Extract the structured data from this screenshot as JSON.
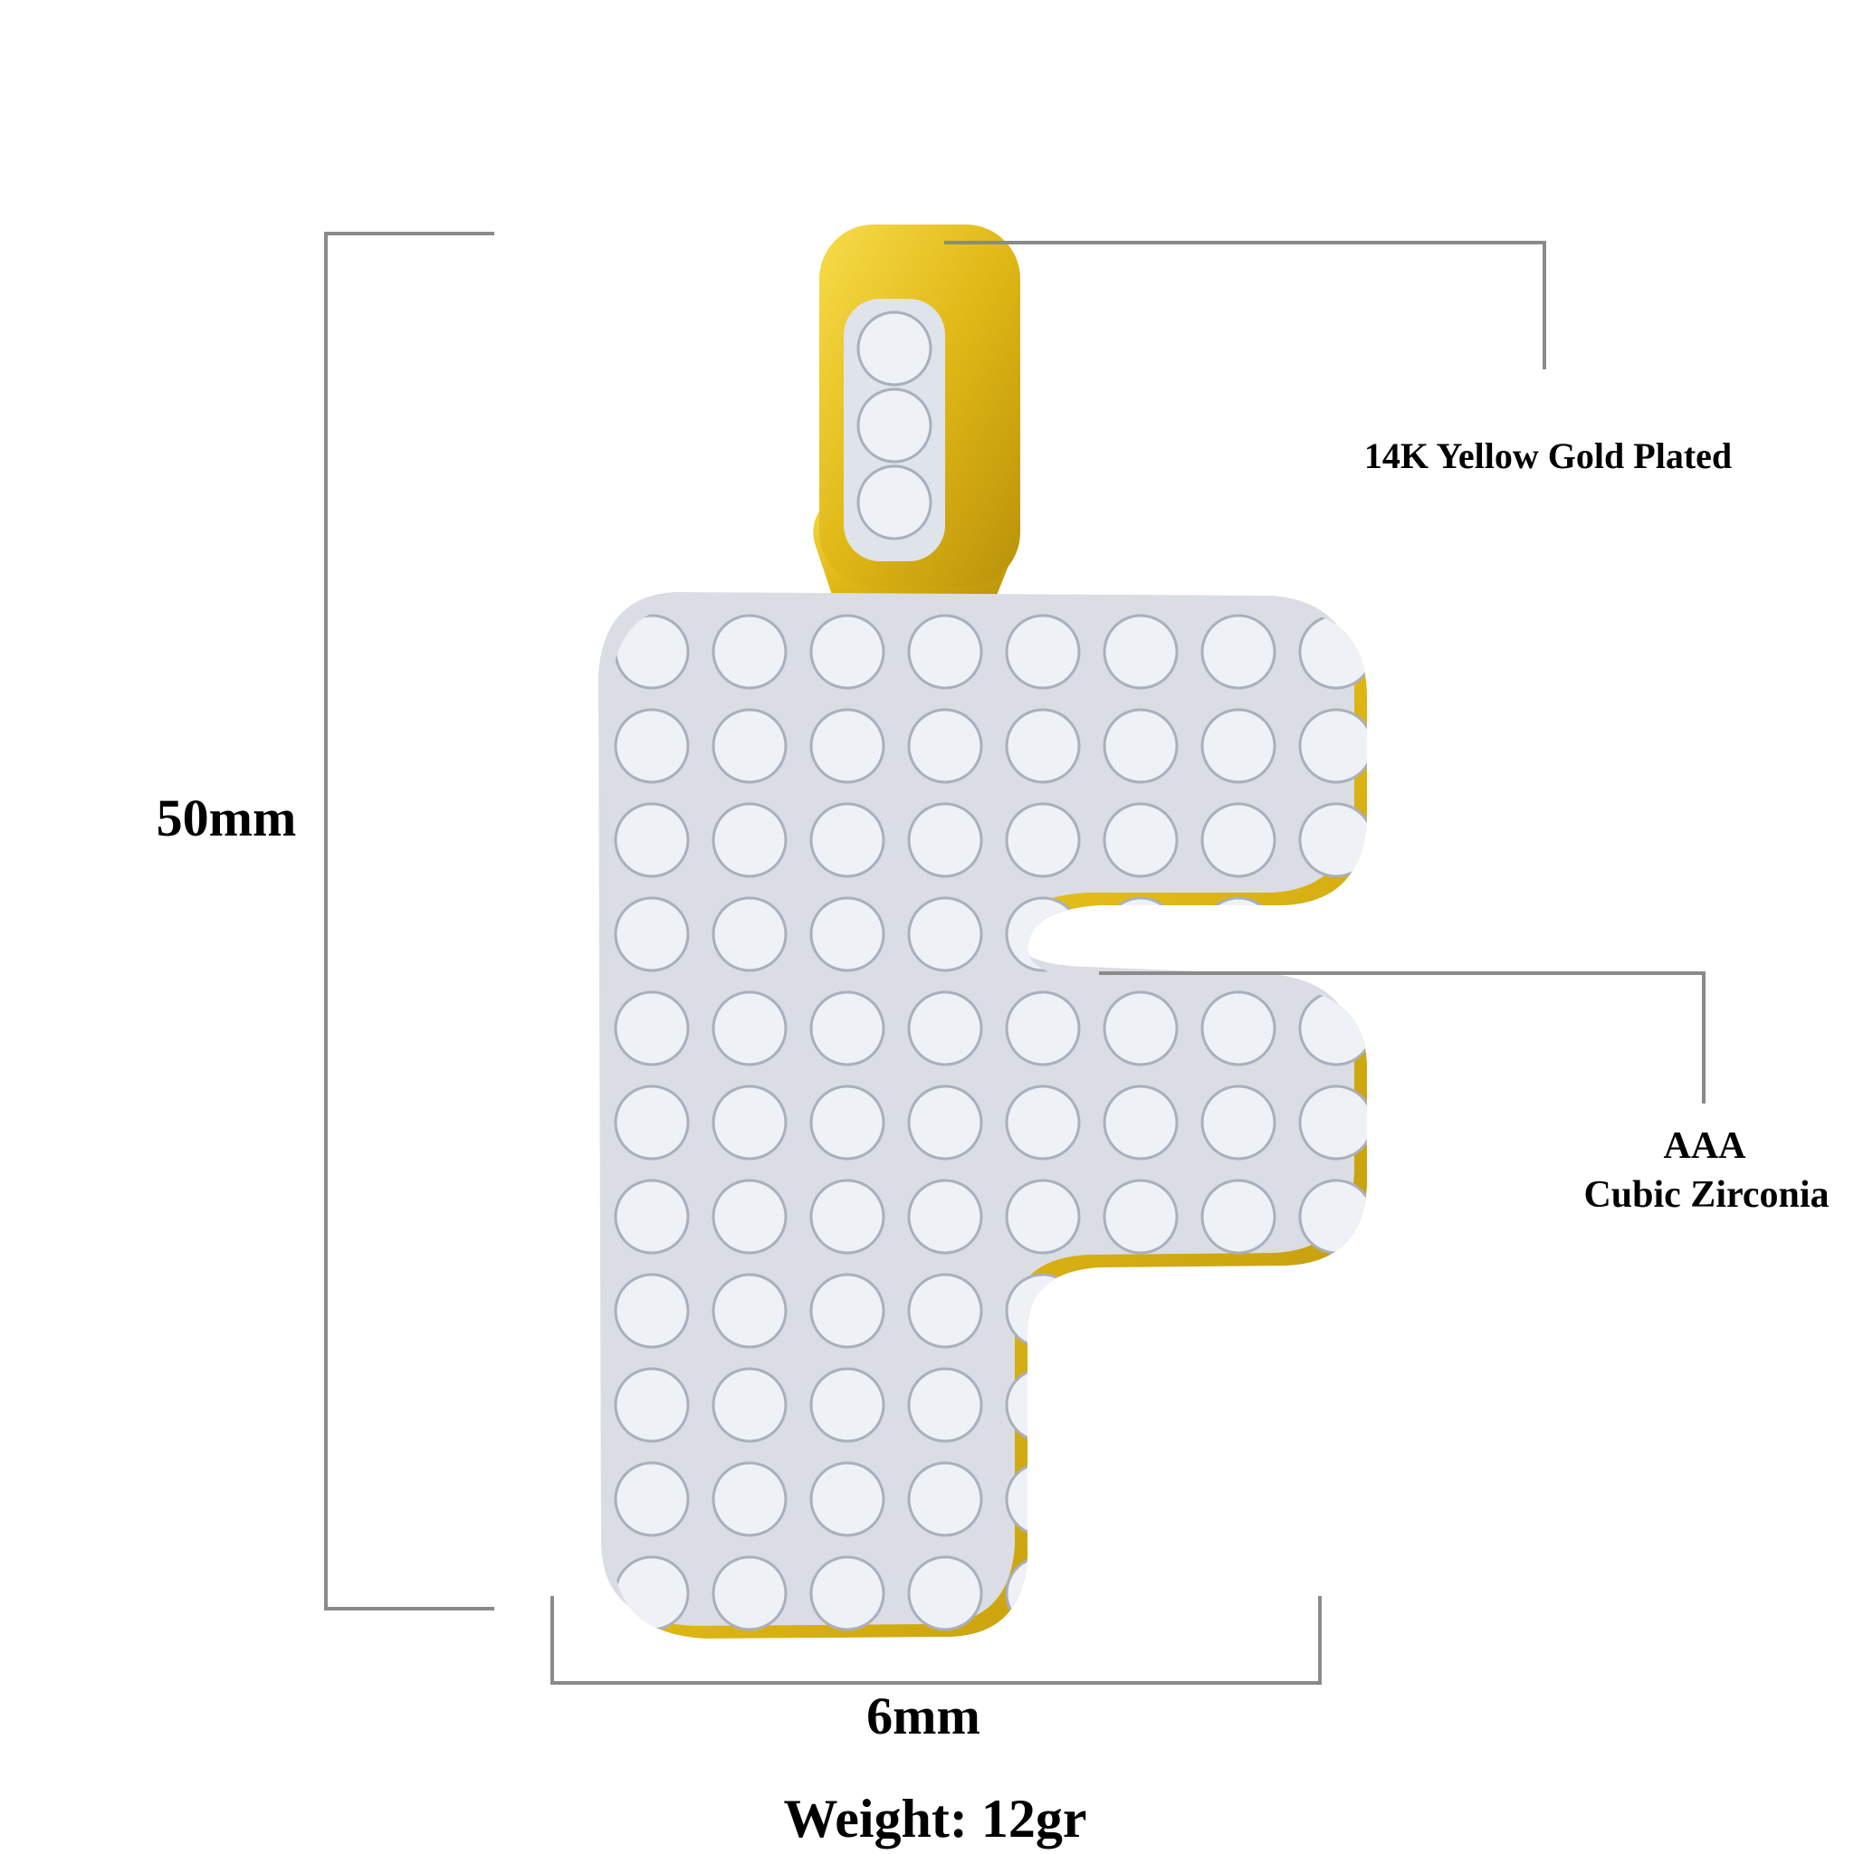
{
  "dimensions": {
    "height": "50mm",
    "width": "6mm"
  },
  "weight": "Weight: 12gr",
  "callouts": {
    "material": "14K Yellow Gold Plated",
    "stone_grade": "AAA",
    "stone_type": "Cubic Zirconia"
  },
  "colors": {
    "gold": "#e6c21c",
    "gold_dark": "#b8920a",
    "stone": "#eef1f6",
    "line": "#8a8a8a"
  }
}
